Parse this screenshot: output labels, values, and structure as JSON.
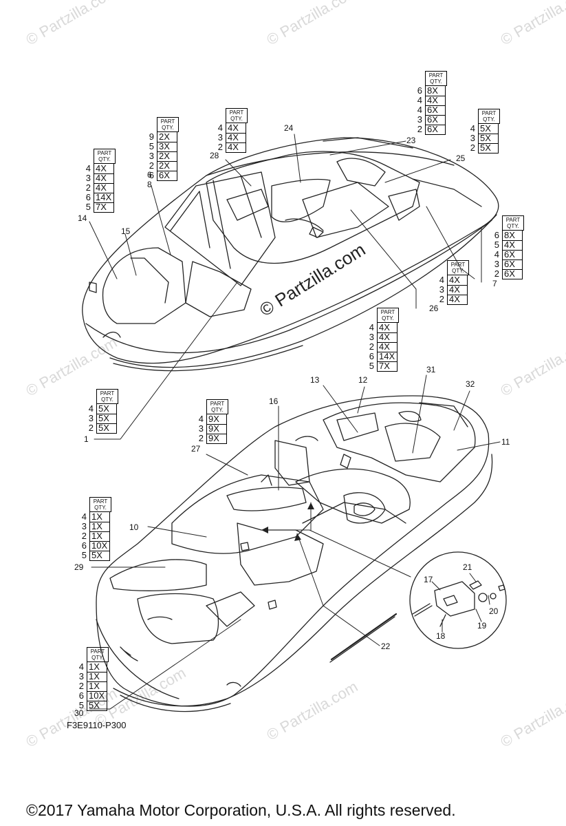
{
  "watermarks": [
    "© Partzilla.com",
    "© Partzilla.com",
    "© Partzilla.com",
    "© Partzilla.com",
    "© Partzilla.com",
    "© Partzilla.com",
    "© Partzilla.com",
    "© Partzilla.com",
    "© Partzilla.com"
  ],
  "center_watermark": "© Partzilla.com",
  "qty_header": [
    "PART",
    "QTY."
  ],
  "qty_tables": [
    {
      "rows": [
        [
          "9",
          "2X"
        ],
        [
          "5",
          "3X"
        ],
        [
          "3",
          "2X"
        ],
        [
          "2",
          "2X"
        ],
        [
          "6",
          "6X"
        ]
      ]
    },
    {
      "rows": [
        [
          "4",
          "4X"
        ],
        [
          "3",
          "4X"
        ],
        [
          "2",
          "4X"
        ]
      ]
    },
    {
      "rows": [
        [
          "6",
          "8X"
        ],
        [
          "4",
          "4X"
        ],
        [
          "4",
          "6X"
        ],
        [
          "3",
          "6X"
        ],
        [
          "2",
          "6X"
        ]
      ]
    },
    {
      "rows": [
        [
          "4",
          "5X"
        ],
        [
          "3",
          "5X"
        ],
        [
          "2",
          "5X"
        ]
      ]
    },
    {
      "rows": [
        [
          "4",
          "4X"
        ],
        [
          "3",
          "4X"
        ],
        [
          "2",
          "4X"
        ],
        [
          "6",
          "14X"
        ],
        [
          "5",
          "7X"
        ]
      ]
    },
    {
      "rows": [
        [
          "6",
          "8X"
        ],
        [
          "5",
          "4X"
        ],
        [
          "4",
          "6X"
        ],
        [
          "3",
          "6X"
        ],
        [
          "2",
          "6X"
        ]
      ]
    },
    {
      "rows": [
        [
          "4",
          "4X"
        ],
        [
          "3",
          "4X"
        ],
        [
          "2",
          "4X"
        ]
      ]
    },
    {
      "rows": [
        [
          "4",
          "4X"
        ],
        [
          "3",
          "4X"
        ],
        [
          "2",
          "4X"
        ],
        [
          "6",
          "14X"
        ],
        [
          "5",
          "7X"
        ]
      ]
    },
    {
      "rows": [
        [
          "4",
          "5X"
        ],
        [
          "3",
          "5X"
        ],
        [
          "2",
          "5X"
        ]
      ]
    },
    {
      "rows": [
        [
          "4",
          "9X"
        ],
        [
          "3",
          "9X"
        ],
        [
          "2",
          "9X"
        ]
      ]
    },
    {
      "rows": [
        [
          "4",
          "1X"
        ],
        [
          "3",
          "1X"
        ],
        [
          "2",
          "1X"
        ],
        [
          "6",
          "10X"
        ],
        [
          "5",
          "5X"
        ]
      ]
    },
    {
      "rows": [
        [
          "4",
          "1X"
        ],
        [
          "3",
          "1X"
        ],
        [
          "2",
          "1X"
        ],
        [
          "6",
          "10X"
        ],
        [
          "5",
          "5X"
        ]
      ]
    }
  ],
  "callouts": [
    "8",
    "28",
    "24",
    "23",
    "25",
    "14",
    "15",
    "6",
    "7",
    "26",
    "1",
    "12",
    "13",
    "16",
    "31",
    "32",
    "11",
    "27",
    "10",
    "29",
    "17",
    "21",
    "20",
    "19",
    "18",
    "22",
    "30"
  ],
  "figure_code": "F3E9110-P300",
  "copyright": "©2017  Yamaha Motor Corporation, U.S.A. All rights reserved."
}
